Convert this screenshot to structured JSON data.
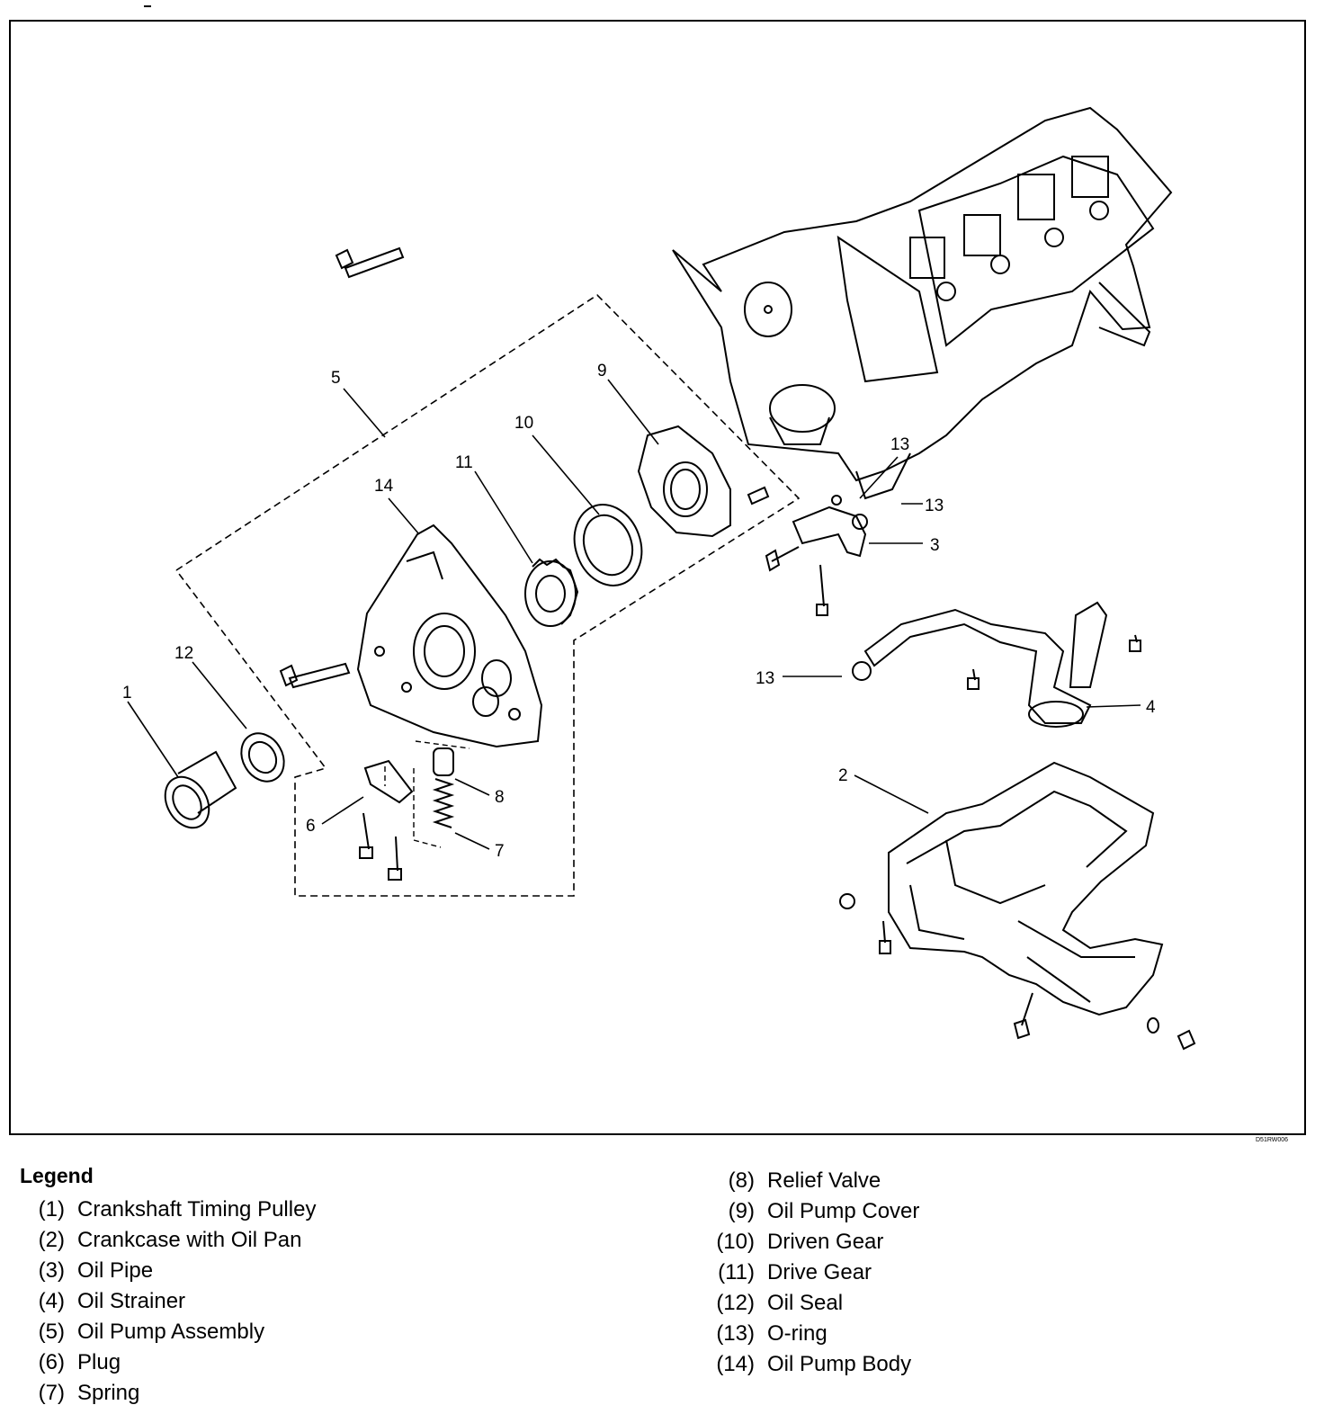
{
  "diagram": {
    "callouts": [
      "1",
      "12",
      "5",
      "14",
      "11",
      "10",
      "9",
      "13",
      "13",
      "3",
      "13",
      "4",
      "2",
      "8",
      "7",
      "6"
    ],
    "code": "D51RW006"
  },
  "legend": {
    "title": "Legend",
    "left": [
      {
        "num": "(1)",
        "label": "Crankshaft Timing Pulley"
      },
      {
        "num": "(2)",
        "label": "Crankcase with Oil Pan"
      },
      {
        "num": "(3)",
        "label": "Oil Pipe"
      },
      {
        "num": "(4)",
        "label": "Oil Strainer"
      },
      {
        "num": "(5)",
        "label": "Oil Pump Assembly"
      },
      {
        "num": "(6)",
        "label": "Plug"
      },
      {
        "num": "(7)",
        "label": "Spring"
      }
    ],
    "right": [
      {
        "num": "(8)",
        "label": "Relief Valve"
      },
      {
        "num": "(9)",
        "label": "Oil Pump Cover"
      },
      {
        "num": "(10)",
        "label": "Driven Gear"
      },
      {
        "num": "(11)",
        "label": "Drive Gear"
      },
      {
        "num": "(12)",
        "label": "Oil Seal"
      },
      {
        "num": "(13)",
        "label": "O-ring"
      },
      {
        "num": "(14)",
        "label": "Oil Pump Body"
      }
    ]
  }
}
